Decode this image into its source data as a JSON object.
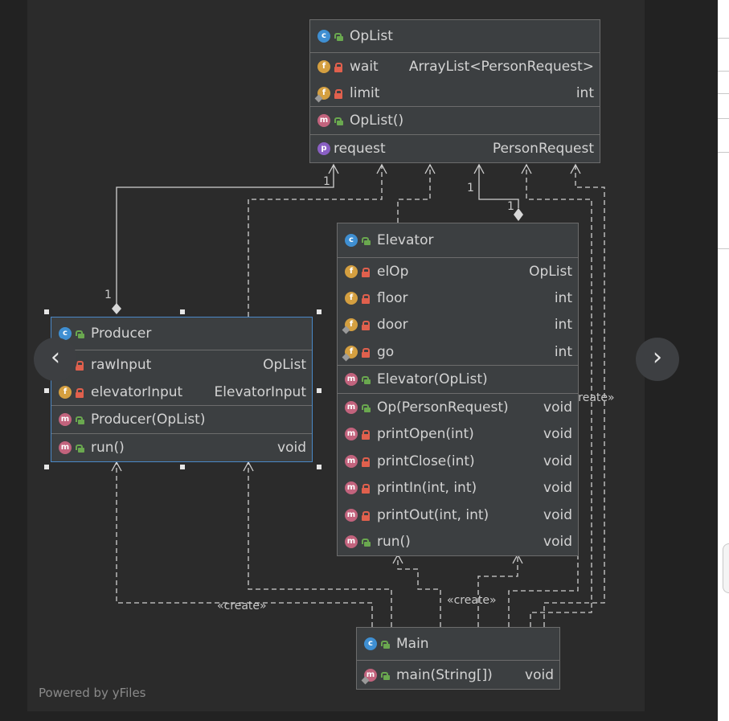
{
  "footer": {
    "powered_by": "Powered by yFiles"
  },
  "navigation": {
    "prev": "‹",
    "next": "›"
  },
  "labels": {
    "create_main_producer": "«create»",
    "create_main_elevator": "«create»",
    "create_main_oplist": "«create»",
    "mult_oplist_producer": "1",
    "mult_producer_oplist": "1",
    "mult_oplist_elevator": "1",
    "mult_elevator_oplist": "1"
  },
  "classes": {
    "oplist": {
      "name": "OpList",
      "fields": [
        {
          "name": "wait",
          "type": "ArrayList<PersonRequest>"
        },
        {
          "name": "limit",
          "type": "int"
        }
      ],
      "constructors": [
        {
          "name": "OpList()",
          "type": ""
        }
      ],
      "properties": [
        {
          "name": "request",
          "type": "PersonRequest"
        }
      ]
    },
    "elevator": {
      "name": "Elevator",
      "fields": [
        {
          "name": "elOp",
          "type": "OpList"
        },
        {
          "name": "floor",
          "type": "int"
        },
        {
          "name": "door",
          "type": "int"
        },
        {
          "name": "go",
          "type": "int"
        }
      ],
      "constructors": [
        {
          "name": "Elevator(OpList)",
          "type": ""
        }
      ],
      "methods": [
        {
          "name": "Op(PersonRequest)",
          "type": "void"
        },
        {
          "name": "printOpen(int)",
          "type": "void"
        },
        {
          "name": "printClose(int)",
          "type": "void"
        },
        {
          "name": "printIn(int, int)",
          "type": "void"
        },
        {
          "name": "printOut(int, int)",
          "type": "void"
        },
        {
          "name": "run()",
          "type": "void"
        }
      ]
    },
    "producer": {
      "name": "Producer",
      "fields": [
        {
          "name": "rawInput",
          "type": "OpList"
        },
        {
          "name": "elevatorInput",
          "type": "ElevatorInput"
        }
      ],
      "constructors": [
        {
          "name": "Producer(OpList)",
          "type": ""
        }
      ],
      "methods": [
        {
          "name": "run()",
          "type": "void"
        }
      ]
    },
    "main": {
      "name": "Main",
      "methods": [
        {
          "name": "main(String[])",
          "type": "void"
        }
      ]
    }
  },
  "icons": {
    "class": "c",
    "field": "f",
    "method": "m",
    "property": "p"
  },
  "colors": {
    "class_icon": "#3f8fd2",
    "field_icon": "#d49f40",
    "method_icon": "#c2637d",
    "property_icon": "#8a60c4",
    "public": "#6aa84f",
    "private": "#e0604d",
    "selection": "#4a88c7"
  }
}
